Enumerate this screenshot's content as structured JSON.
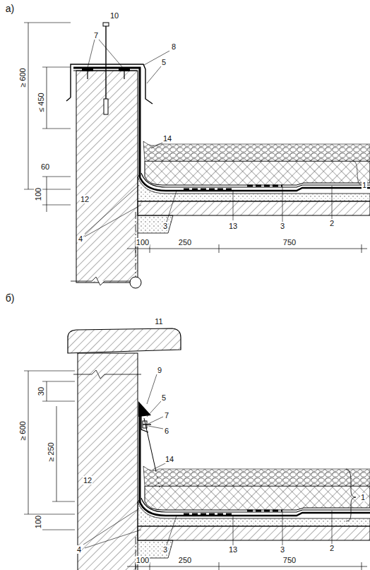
{
  "diagram": {
    "labels": [
      "а)",
      "10",
      "7",
      "8",
      "5",
      "≥ 600",
      "≤ 450",
      "60",
      "12",
      "100",
      "14",
      "1",
      "4",
      "3",
      "13",
      "3",
      "2",
      "100",
      "250",
      "750",
      "б)",
      "11",
      "9",
      "30",
      "5",
      "7",
      "6",
      "≥ 600",
      "≥ 250",
      "14",
      "12",
      "100",
      "1",
      "4",
      "3",
      "13",
      "3",
      "2",
      "100",
      "250",
      "750"
    ]
  }
}
